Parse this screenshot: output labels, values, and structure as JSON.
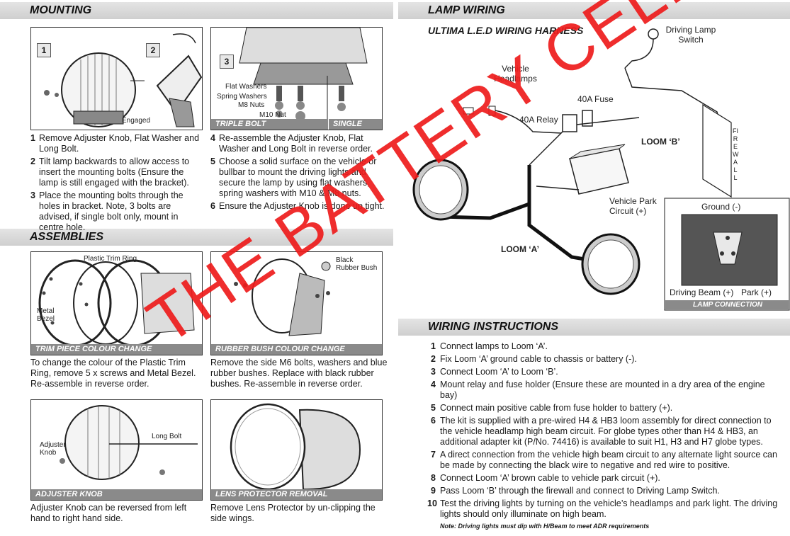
{
  "sections": {
    "mounting": "MOUNTING",
    "assemblies": "ASSEMBLIES",
    "lamp_wiring": "LAMP WIRING",
    "wiring_instructions": "WIRING INSTRUCTIONS"
  },
  "mounting": {
    "fig1_num": "1",
    "fig2_num": "2",
    "fig3_num": "3",
    "engaged": "Engaged",
    "flat_washers": "Flat Washers",
    "spring_washers": "Spring Washers",
    "m8_nuts": "M8 Nuts",
    "m10_nut": "M10 Nut",
    "triple_bolt": "TRIPLE BOLT",
    "single_bolt": "SINGLE BOLT",
    "steps_left": [
      {
        "n": "1",
        "t": "Remove Adjuster Knob, Flat Washer and Long Bolt."
      },
      {
        "n": "2",
        "t": "Tilt lamp backwards to allow access to insert the mounting bolts (Ensure the lamp is still engaged with the bracket)."
      },
      {
        "n": "3",
        "t": "Place the mounting bolts through the holes in bracket. Note, 3 bolts are advised, if single bolt only, mount in centre hole."
      }
    ],
    "steps_right": [
      {
        "n": "4",
        "t": "Re-assemble the Adjuster Knob, Flat Washer and Long Bolt in reverse order."
      },
      {
        "n": "5",
        "t": "Choose a solid surface on the vehicle or bullbar to mount the driving lights and secure the lamp by using flat washers, spring washers with M10 & M8 nuts."
      },
      {
        "n": "6",
        "t": "Ensure the Adjuster Knob is done up tight."
      }
    ]
  },
  "assemblies": {
    "plastic_trim_ring": "Plastic Trim Ring",
    "metal_bezel": "Metal Bezel",
    "black_rubber_bush": "Black Rubber Bush",
    "trim_caption": "TRIM PIECE COLOUR CHANGE",
    "rubber_caption": "RUBBER BUSH COLOUR CHANGE",
    "adjuster_knob_label": "Adjuster Knob",
    "long_bolt": "Long Bolt",
    "adjuster_caption": "ADJUSTER KNOB",
    "lens_caption": "LENS PROTECTOR REMOVAL",
    "trim_text": "To change the colour of the Plastic Trim Ring, remove 5 x screws and Metal Bezel. Re-assemble in reverse order.",
    "rubber_text": "Remove the side M6 bolts, washers and blue rubber bushes. Replace with black rubber bushes. Re-assemble in reverse order.",
    "adjuster_text": "Adjuster Knob can be reversed from left hand to right hand side.",
    "lens_text": "Remove Lens Protector by un-clipping the side wings."
  },
  "wiring": {
    "harness_title": "ULTIMA L.E.D WIRING HARNESS",
    "driving_lamp_switch": "Driving Lamp Switch",
    "vehicle_headlamps": "Vehicle Headlamps",
    "fuse": "40A Fuse",
    "relay": "40A Relay",
    "loom_b": "LOOM ‘B’",
    "loom_a": "LOOM ‘A’",
    "firewall": "FIREWALL",
    "vehicle_park_circuit": "Vehicle Park Circuit (+)",
    "ground": "Ground (-)",
    "driving_beam": "Driving Beam (+)",
    "park": "Park (+)",
    "lamp_connection": "LAMP CONNECTION"
  },
  "instructions": [
    {
      "n": "1",
      "t": "Connect lamps to Loom ‘A’."
    },
    {
      "n": "2",
      "t": "Fix Loom ‘A’ ground cable to chassis or battery (-)."
    },
    {
      "n": "3",
      "t": "Connect Loom ‘A’ to Loom ‘B’."
    },
    {
      "n": "4",
      "t": "Mount relay and fuse holder (Ensure these are mounted in a dry area of the engine bay)"
    },
    {
      "n": "5",
      "t": "Connect main positive cable from fuse holder to battery (+)."
    },
    {
      "n": "6",
      "t": "The kit is supplied with a pre-wired H4 & HB3 loom assembly for direct connection to the vehicle headlamp high beam circuit. For globe types other than H4 & HB3, an additional adapter kit (P/No. 74416) is available to suit H1, H3 and H7 globe types."
    },
    {
      "n": "7",
      "t": "A direct connection from the vehicle high beam circuit to any alternate light source can be made by connecting the black wire to negative and red wire to positive."
    },
    {
      "n": "8",
      "t": "Connect Loom ‘A’ brown cable to vehicle park circuit (+)."
    },
    {
      "n": "9",
      "t": "Pass Loom ‘B’ through the firewall and connect to Driving Lamp Switch."
    },
    {
      "n": "10",
      "t": "Test the driving lights by turning on the vehicle’s headlamps and park light. The driving lights should only illuminate on high beam."
    }
  ],
  "note": "Note: Driving lights must dip with H/Beam to meet ADR requirements",
  "watermark": "THE BATTERY CELL",
  "colors": {
    "band": "#d6d6d6",
    "caption": "#8a8a8a",
    "watermark": "#ee1c1c"
  }
}
